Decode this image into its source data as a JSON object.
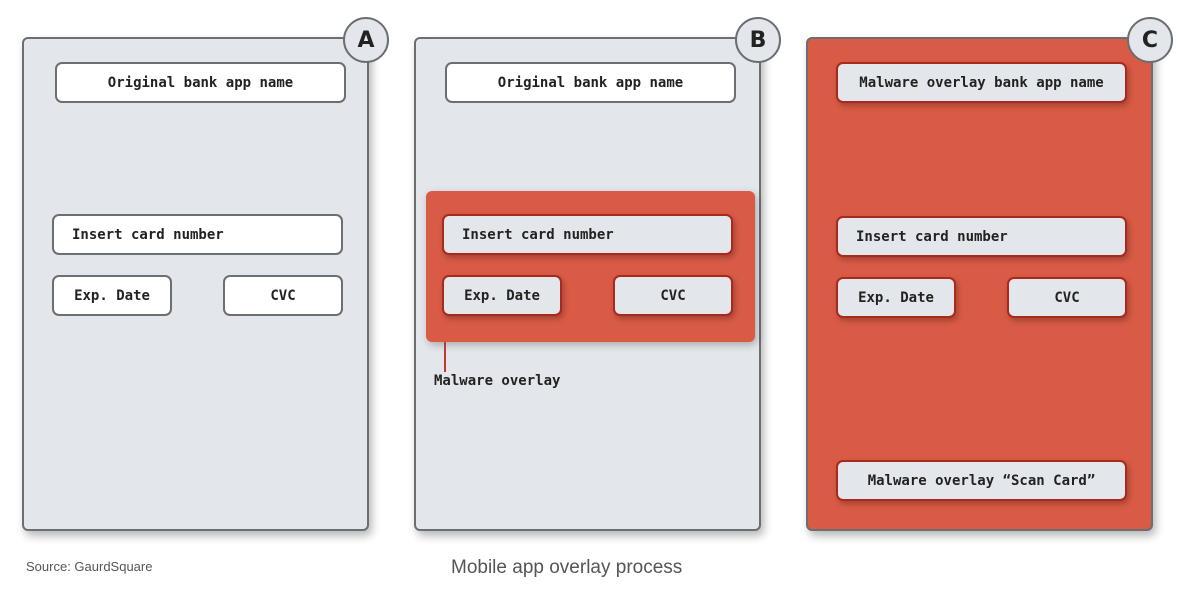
{
  "panels": {
    "a": {
      "badge": "A",
      "app_name": "Original bank app name",
      "card_number": "Insert card number",
      "exp_date": "Exp. Date",
      "cvc": "CVC"
    },
    "b": {
      "badge": "B",
      "app_name": "Original bank app name",
      "card_number": "Insert card number",
      "exp_date": "Exp. Date",
      "cvc": "CVC",
      "overlay_label": "Malware overlay"
    },
    "c": {
      "badge": "C",
      "app_name": "Malware overlay bank app name",
      "card_number": "Insert card number",
      "exp_date": "Exp. Date",
      "cvc": "CVC",
      "scan_button": "Malware overlay “Scan Card”"
    }
  },
  "source": "Source: GaurdSquare",
  "caption": "Mobile app overlay process",
  "colors": {
    "panel_gray": "#e3e7eb",
    "malware_red": "#d95b45",
    "border": "#6b6e72"
  }
}
